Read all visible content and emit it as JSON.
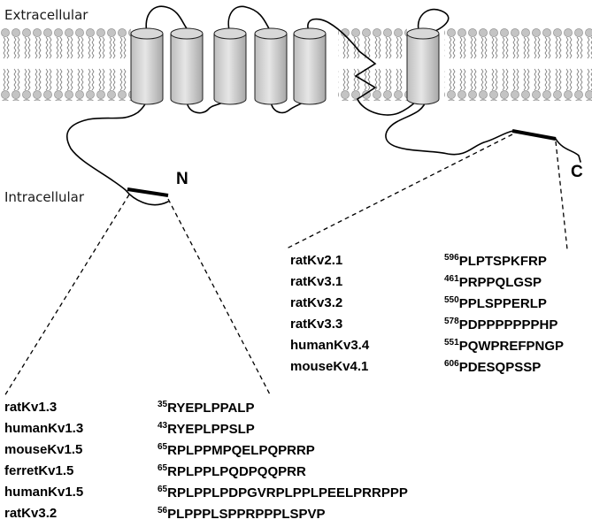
{
  "labels": {
    "extracellular": "Extracellular",
    "intracellular": "Intracellular",
    "n_terminus": "N",
    "c_terminus": "C"
  },
  "n_terminal_table": [
    {
      "channel": "ratKv1.3",
      "position": "35",
      "sequence": "RYEPLPPALP"
    },
    {
      "channel": "humanKv1.3",
      "position": "43",
      "sequence": "RYEPLPPSLP"
    },
    {
      "channel": "mouseKv1.5",
      "position": "65",
      "sequence": "RPLPPMPQELPQPRRP"
    },
    {
      "channel": "ferretKv1.5",
      "position": "65",
      "sequence": "RPLPPLPQDPQQPRR"
    },
    {
      "channel": "humanKv1.5",
      "position": "65",
      "sequence": "RPLPPLPDPGVRPLPPLPEELPRRPPP"
    },
    {
      "channel": "ratKv3.2",
      "position": "56",
      "sequence": "PLPPPLSPPRPPPLSPVP"
    }
  ],
  "c_terminal_table": [
    {
      "channel": "ratKv2.1",
      "position": "596",
      "sequence": "PLPTSPKFRP"
    },
    {
      "channel": "ratKv3.1",
      "position": "461",
      "sequence": "PRPPQLGSP"
    },
    {
      "channel": "ratKv3.2",
      "position": "550",
      "sequence": "PPLSPPERLP"
    },
    {
      "channel": "ratKv3.3",
      "position": "578",
      "sequence": "PDPPPPPPPHP"
    },
    {
      "channel": "humanKv3.4",
      "position": "551",
      "sequence": "PQWPREFPNGP"
    },
    {
      "channel": "mouseKv4.1",
      "position": "606",
      "sequence": "PDESQPSSP"
    }
  ]
}
